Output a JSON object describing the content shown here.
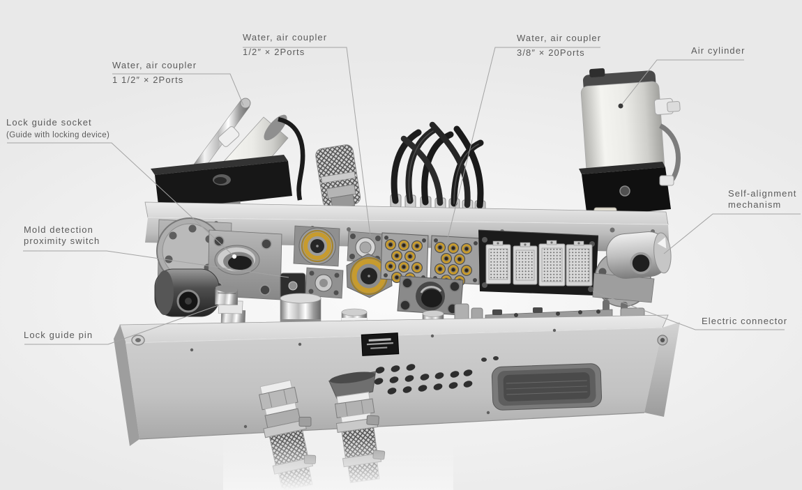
{
  "labels": {
    "coupler_half_inch": {
      "line1": "Water, air coupler",
      "line2": "1/2″ × 2Ports"
    },
    "coupler_one_half_inch": {
      "line1": "Water, air coupler",
      "line2": "1 1/2″ × 2Ports"
    },
    "coupler_three_eighth_inch": {
      "line1": "Water, air coupler",
      "line2": "3/8″ × 20Ports"
    },
    "air_cylinder": {
      "line1": "Air cylinder"
    },
    "lock_guide_socket": {
      "line1": "Lock guide socket",
      "line2": "(Guide with locking device)"
    },
    "mold_detection_proximity_switch": {
      "line1": "Mold detection",
      "line2": "proximity switch"
    },
    "lock_guide_pin": {
      "line1": "Lock guide pin"
    },
    "self_alignment_mechanism": {
      "line1": "Self-alignment",
      "line2": "mechanism"
    },
    "electric_connector": {
      "line1": "Electric connector"
    }
  },
  "style": {
    "background_color": "#f0f0f0",
    "label_text_color": "#5a5a5a",
    "leader_line_color": "#a3a3a3",
    "gold_coupler_color": "#c79b2e",
    "metal_color": "#b9b9b9",
    "black_component_color": "#1b1b1b"
  }
}
